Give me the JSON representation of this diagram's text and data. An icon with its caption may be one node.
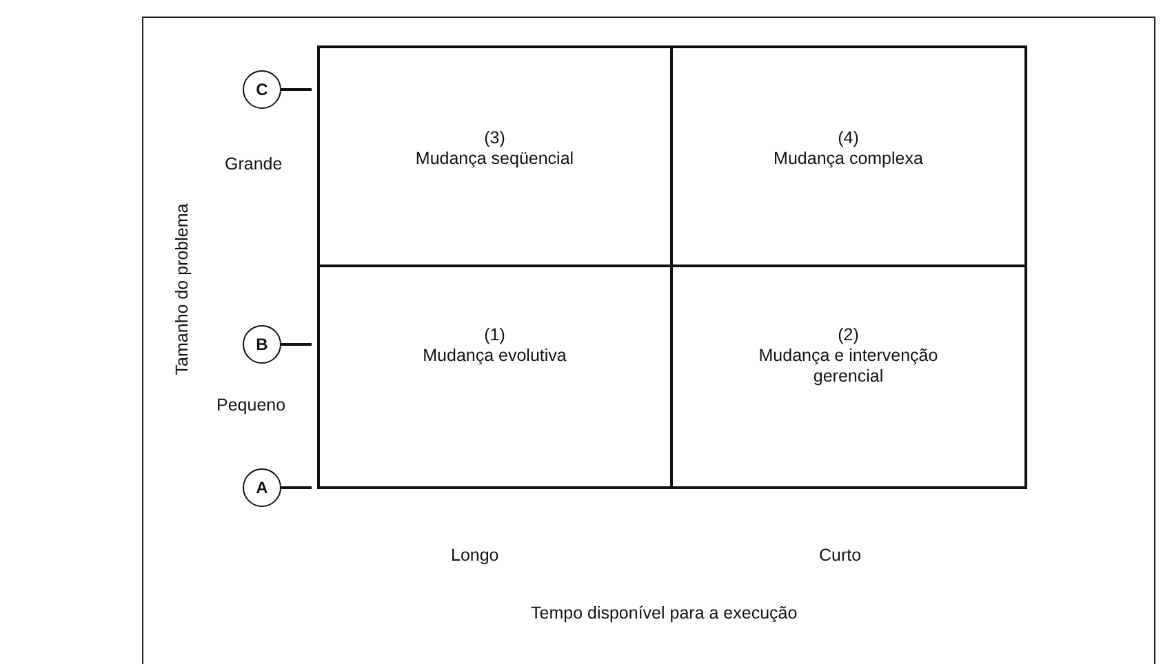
{
  "diagram": {
    "nodes": [
      {
        "text": [
          "C"
        ]
      },
      {
        "text": [
          "(3)",
          "Mudança seqüencial"
        ]
      },
      {
        "text": [
          "(4)",
          "Mudança complexa"
        ]
      },
      {
        "text": [
          "B"
        ]
      },
      {
        "text": [
          "(1)",
          "Mudança evolutiva"
        ]
      },
      {
        "text": [
          "(2)",
          "Mudança e intervenção gerencial"
        ]
      },
      {
        "text": [
          "A"
        ]
      }
    ],
    "labels": [
      "Tamanho do problema",
      "Grande",
      "Pequeno",
      "Longo",
      "Curto",
      "Tempo disponível para a execução"
    ]
  }
}
